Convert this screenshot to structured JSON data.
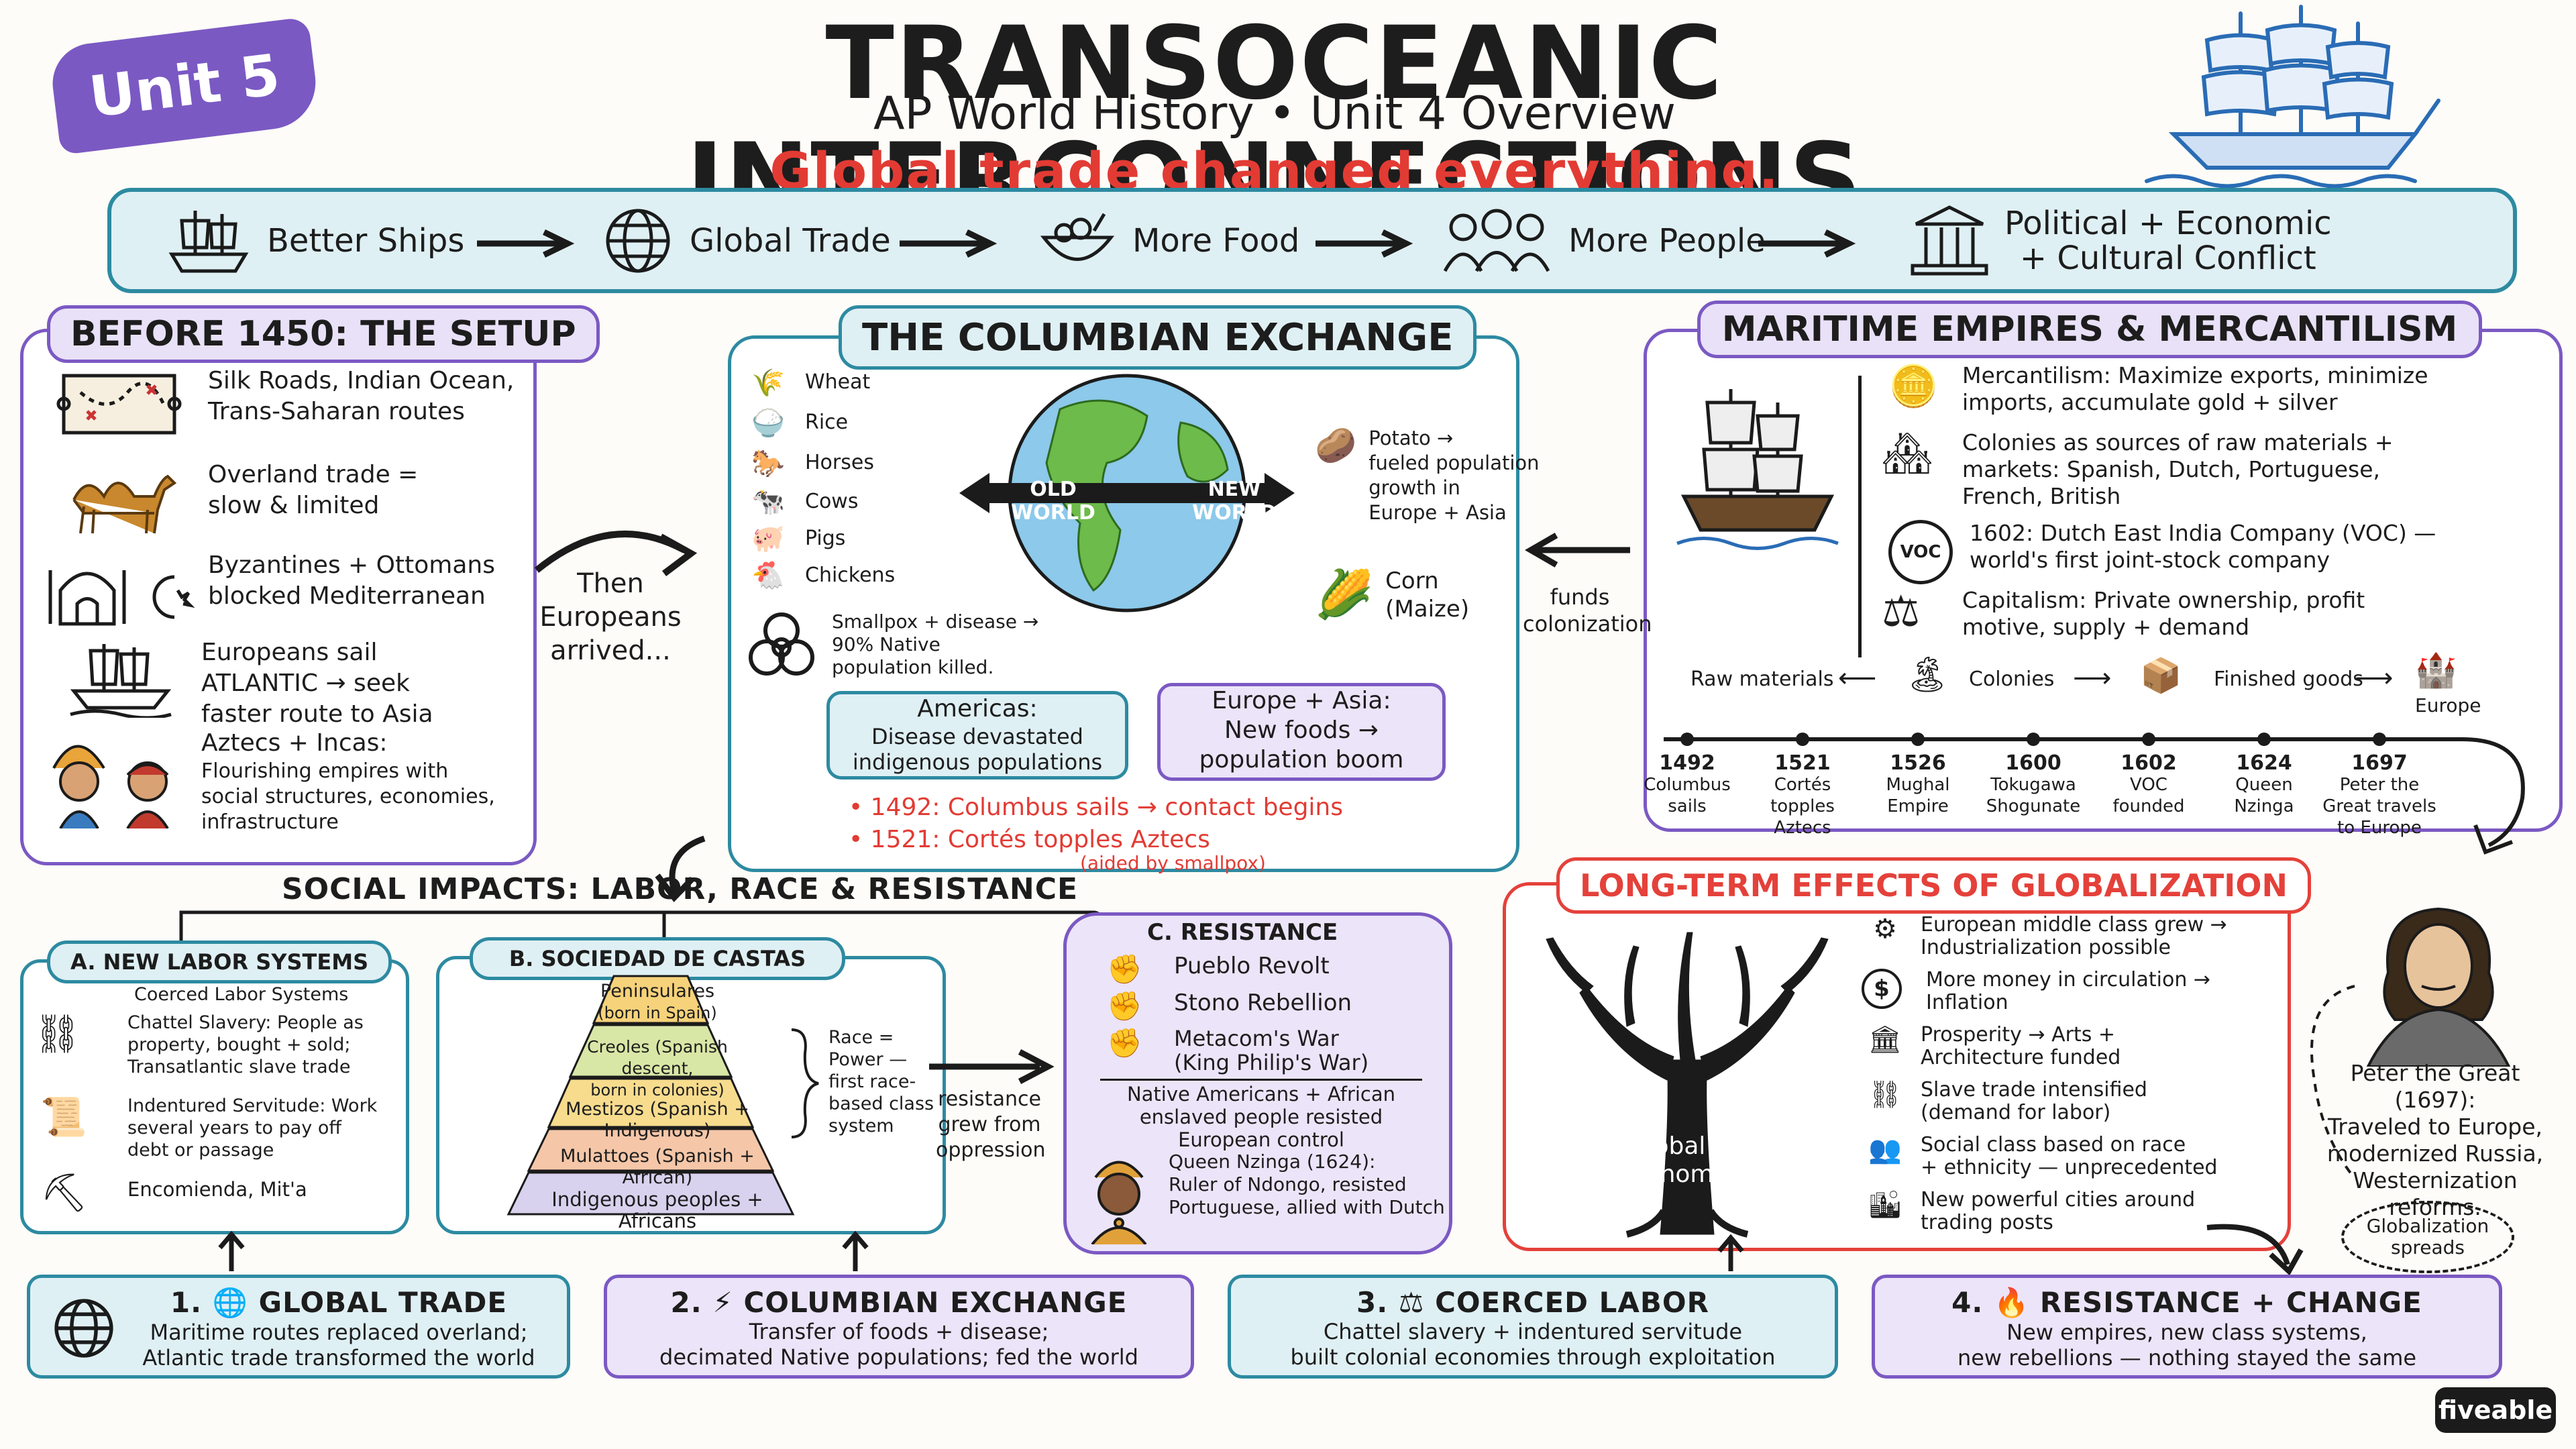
{
  "header": {
    "unit_badge": "Unit 5",
    "title": "TRANSOCEANIC INTERCONNECTIONS",
    "subtitle": "AP World History • Unit 4 Overview",
    "tagline": "Global trade changed everything."
  },
  "flow": [
    {
      "label": "Better Ships",
      "icon": "ship-icon"
    },
    {
      "label": "Global Trade",
      "icon": "globe-icon"
    },
    {
      "label": "More Food",
      "icon": "food-bowl-icon"
    },
    {
      "label": "More People",
      "icon": "people-icon"
    },
    {
      "label": "Political + Economic\n+ Cultural Conflict",
      "icon": "building-icon"
    }
  ],
  "before1450": {
    "title": "BEFORE 1450: THE SETUP",
    "items": [
      {
        "icon": "map-scroll-icon",
        "text": "Silk Roads, Indian Ocean,\nTrans-Saharan routes"
      },
      {
        "icon": "camel-icon",
        "text": "Overland trade =\nslow & limited"
      },
      {
        "icon": "mosque-crescent-icon",
        "text": "Byzantines + Ottomans\nblocked Mediterranean"
      },
      {
        "icon": "ship-icon",
        "text": "Europeans sail\nATLANTIC → seek\nfaster route to Asia"
      },
      {
        "icon": "aztec-inca-icon",
        "title": "Aztecs + Incas:",
        "text": "Flourishing empires with\nsocial structures, economies,\ninfrastructure"
      }
    ],
    "arrow_label": "Then\nEuropeans\narrived..."
  },
  "columbian": {
    "title": "THE COLUMBIAN EXCHANGE",
    "old_world_items": [
      "Wheat",
      "Rice",
      "Horses",
      "Cows",
      "Pigs",
      "Chickens"
    ],
    "disease_text": "Smallpox + disease →\n90% Native\npopulation killed.",
    "old_world_label": "OLD WORLD",
    "new_world_label": "NEW WORLD",
    "potato_text": "Potato →\nfueled population\ngrowth in\nEurope + Asia",
    "corn_text": "Corn\n(Maize)",
    "americas_box": {
      "title": "Americas:",
      "text": "Disease devastated\nindigenous populations"
    },
    "europe_box": {
      "title": "Europe + Asia:",
      "text": "New foods →\npopulation boom"
    },
    "events": [
      "• 1492: Columbus sails → contact begins",
      "• 1521: Cortés topples Aztecs"
    ],
    "events_note": "(aided by smallpox)"
  },
  "maritime": {
    "title": "MARITIME EMPIRES & MERCANTILISM",
    "items": [
      {
        "icon": "gold-coins-icon",
        "text": "Mercantilism: Maximize exports, minimize\nimports, accumulate gold + silver"
      },
      {
        "icon": "colony-buildings-icon",
        "text": "Colonies as sources of raw materials +\nmarkets: Spanish, Dutch, Portuguese,\nFrench, British"
      },
      {
        "icon": "voc-icon",
        "icon_text": "VOC",
        "text": "1602: Dutch East India Company (VOC) —\nworld's first joint-stock company"
      },
      {
        "icon": "scales-icon",
        "text": "Capitalism: Private ownership, profit\nmotive, supply + demand"
      }
    ],
    "cycle": [
      "Raw materials",
      "Colonies",
      "Finished goods",
      "Europe"
    ],
    "funds_label": "funds\ncolonization",
    "timeline": [
      {
        "year": "1492",
        "label": "Columbus\nsails"
      },
      {
        "year": "1521",
        "label": "Cortés\ntopples\nAztecs"
      },
      {
        "year": "1526",
        "label": "Mughal\nEmpire"
      },
      {
        "year": "1600",
        "label": "Tokugawa\nShogunate"
      },
      {
        "year": "1602",
        "label": "VOC\nfounded"
      },
      {
        "year": "1624",
        "label": "Queen\nNzinga"
      },
      {
        "year": "1697",
        "label": "Peter the\nGreat travels\nto Europe"
      }
    ]
  },
  "social": {
    "title": "SOCIAL IMPACTS: LABOR, RACE & RESISTANCE",
    "labor": {
      "title": "A. NEW LABOR SYSTEMS",
      "subtitle": "Coerced Labor Systems",
      "items": [
        {
          "icon": "chain-icon",
          "text": "Chattel Slavery: People as\nproperty, bought + sold;\nTransatlantic slave trade"
        },
        {
          "icon": "contract-scroll-icon",
          "text": "Indentured Servitude: Work\nseveral years to pay off\ndebt or passage"
        },
        {
          "icon": "pickaxe-icon",
          "text": "Encomienda, Mit'a"
        }
      ]
    },
    "castas": {
      "title": "B. SOCIEDAD DE CASTAS",
      "levels": [
        {
          "label": "Peninsulares",
          "note": "(born in Spain)",
          "color": "#f6d27a"
        },
        {
          "label": "Creoles (Spanish descent,",
          "note": "born in colonies)",
          "color": "#d8e7a6"
        },
        {
          "label": "Mestizos (Spanish + Indigenous)",
          "note": "",
          "color": "#f7dc8e"
        },
        {
          "label": "Mulattoes (Spanish + African)",
          "note": "",
          "color": "#f5c7a8"
        },
        {
          "label": "Indigenous peoples + Africans",
          "note": "",
          "color": "#d9d2ee"
        }
      ],
      "side_note": "Race =\nPower —\nfirst race-\nbased class\nsystem",
      "arrow_label": "resistance\ngrew from\noppression"
    },
    "resistance": {
      "title": "C. RESISTANCE",
      "items": [
        "Pueblo Revolt",
        "Stono Rebellion",
        "Metacom's War\n(King Philip's War)"
      ],
      "summary": "Native Americans + African\nenslaved people resisted\nEuropean control",
      "nzinga": "Queen Nzinga (1624):\nRuler of Ndongo, resisted\nPortuguese, allied with Dutch"
    }
  },
  "effects": {
    "title": "LONG-TERM EFFECTS OF GLOBALIZATION",
    "tree_label": "Global\nEconomy",
    "items": [
      {
        "icon": "gear-icon",
        "text": "European middle class grew →\nIndustrialization possible"
      },
      {
        "icon": "dollar-icon",
        "text": "More money in circulation →\nInflation"
      },
      {
        "icon": "museum-icon",
        "text": "Prosperity → Arts +\nArchitecture funded"
      },
      {
        "icon": "chain-icon",
        "text": "Slave trade intensified\n(demand for labor)"
      },
      {
        "icon": "people-icon",
        "text": "Social class based on race\n+ ethnicity — unprecedented"
      },
      {
        "icon": "city-icon",
        "text": "New powerful cities around\ntrading posts"
      }
    ]
  },
  "peter": {
    "title": "Peter the Great (1697):",
    "text": "Traveled to Europe,\nmodernized Russia,\nWesternization\nreforms.",
    "bubble": "Globalization\nspreads"
  },
  "bottom": [
    {
      "num": "1.",
      "title": "GLOBAL TRADE",
      "text": "Maritime routes replaced overland;\nAtlantic trade transformed the world",
      "color": "teal"
    },
    {
      "num": "2.",
      "title": "COLUMBIAN EXCHANGE",
      "text": "Transfer of foods + disease;\ndecimated Native populations; fed the world",
      "color": "purple"
    },
    {
      "num": "3.",
      "title": "COERCED LABOR",
      "text": "Chattel slavery + indentured servitude\nbuilt colonial economies through exploitation",
      "color": "teal"
    },
    {
      "num": "4.",
      "title": "RESISTANCE + CHANGE",
      "text": "New empires, new class systems,\nnew rebellions — nothing stayed the same",
      "color": "purple"
    }
  ],
  "brand": "fiveable",
  "colors": {
    "purple": "#7b59c3",
    "teal": "#2d8aa1",
    "red": "#e4413a",
    "ship_blue": "#2a6cb5"
  }
}
